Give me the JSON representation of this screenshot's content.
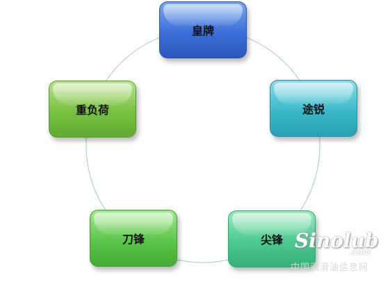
{
  "diagram": {
    "nodes": [
      {
        "id": "top",
        "label": "皇牌"
      },
      {
        "id": "right",
        "label": "途锐"
      },
      {
        "id": "bottom_right",
        "label": "尖锋"
      },
      {
        "id": "bottom_left",
        "label": "刀锋"
      },
      {
        "id": "left",
        "label": "重负荷"
      }
    ]
  },
  "watermark": {
    "logo": "Sinolub",
    "domain": ".com",
    "site_name": "中国润滑油信息网"
  },
  "colors": {
    "top": "#3b6fd8",
    "right": "#3bb8c9",
    "bottom_right": "#4cc98e",
    "bottom_left": "#5cc44a",
    "left": "#7ac043",
    "ring": "#b9d3d0"
  }
}
